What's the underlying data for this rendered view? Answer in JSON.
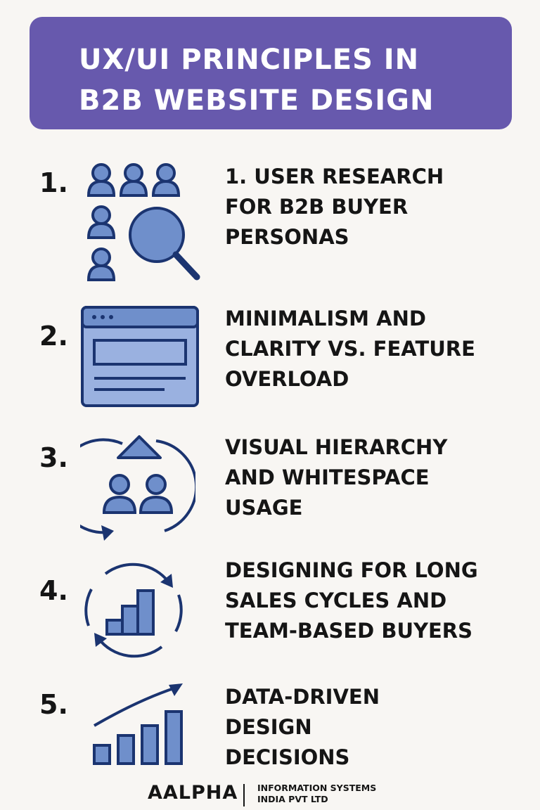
{
  "header": {
    "title_line1": "UX/UI PRINCIPLES IN",
    "title_line2": "B2B WEBSITE DESIGN"
  },
  "items": [
    {
      "number": "1.",
      "lines": [
        "1. USER RESEARCH",
        "FOR B2B BUYER",
        "PERSONAS"
      ],
      "icon": "users-search-icon"
    },
    {
      "number": "2.",
      "lines": [
        "MINIMALISM AND",
        "CLARITY VS. FEATURE",
        "OVERLOAD"
      ],
      "icon": "browser-window-icon"
    },
    {
      "number": "3.",
      "lines": [
        "VISUAL HIERARCHY",
        "AND WHITESPACE",
        "USAGE"
      ],
      "icon": "hierarchy-cycle-icon"
    },
    {
      "number": "4.",
      "lines": [
        "DESIGNING FOR LONG",
        "SALES CYCLES AND",
        "TEAM-BASED BUYERS"
      ],
      "icon": "cycle-bar-chart-icon"
    },
    {
      "number": "5.",
      "lines": [
        "DATA-DRIVEN",
        "DESIGN",
        "DECISIONS"
      ],
      "icon": "growth-chart-icon"
    }
  ],
  "footer": {
    "brand": "AALPHA",
    "sub_line1": "INFORMATION SYSTEMS",
    "sub_line2": "INDIA PVT LTD"
  },
  "colors": {
    "banner": "#6759ad",
    "icon_fill": "#6f8fcb",
    "icon_stroke": "#1b3470",
    "text": "#151515"
  }
}
